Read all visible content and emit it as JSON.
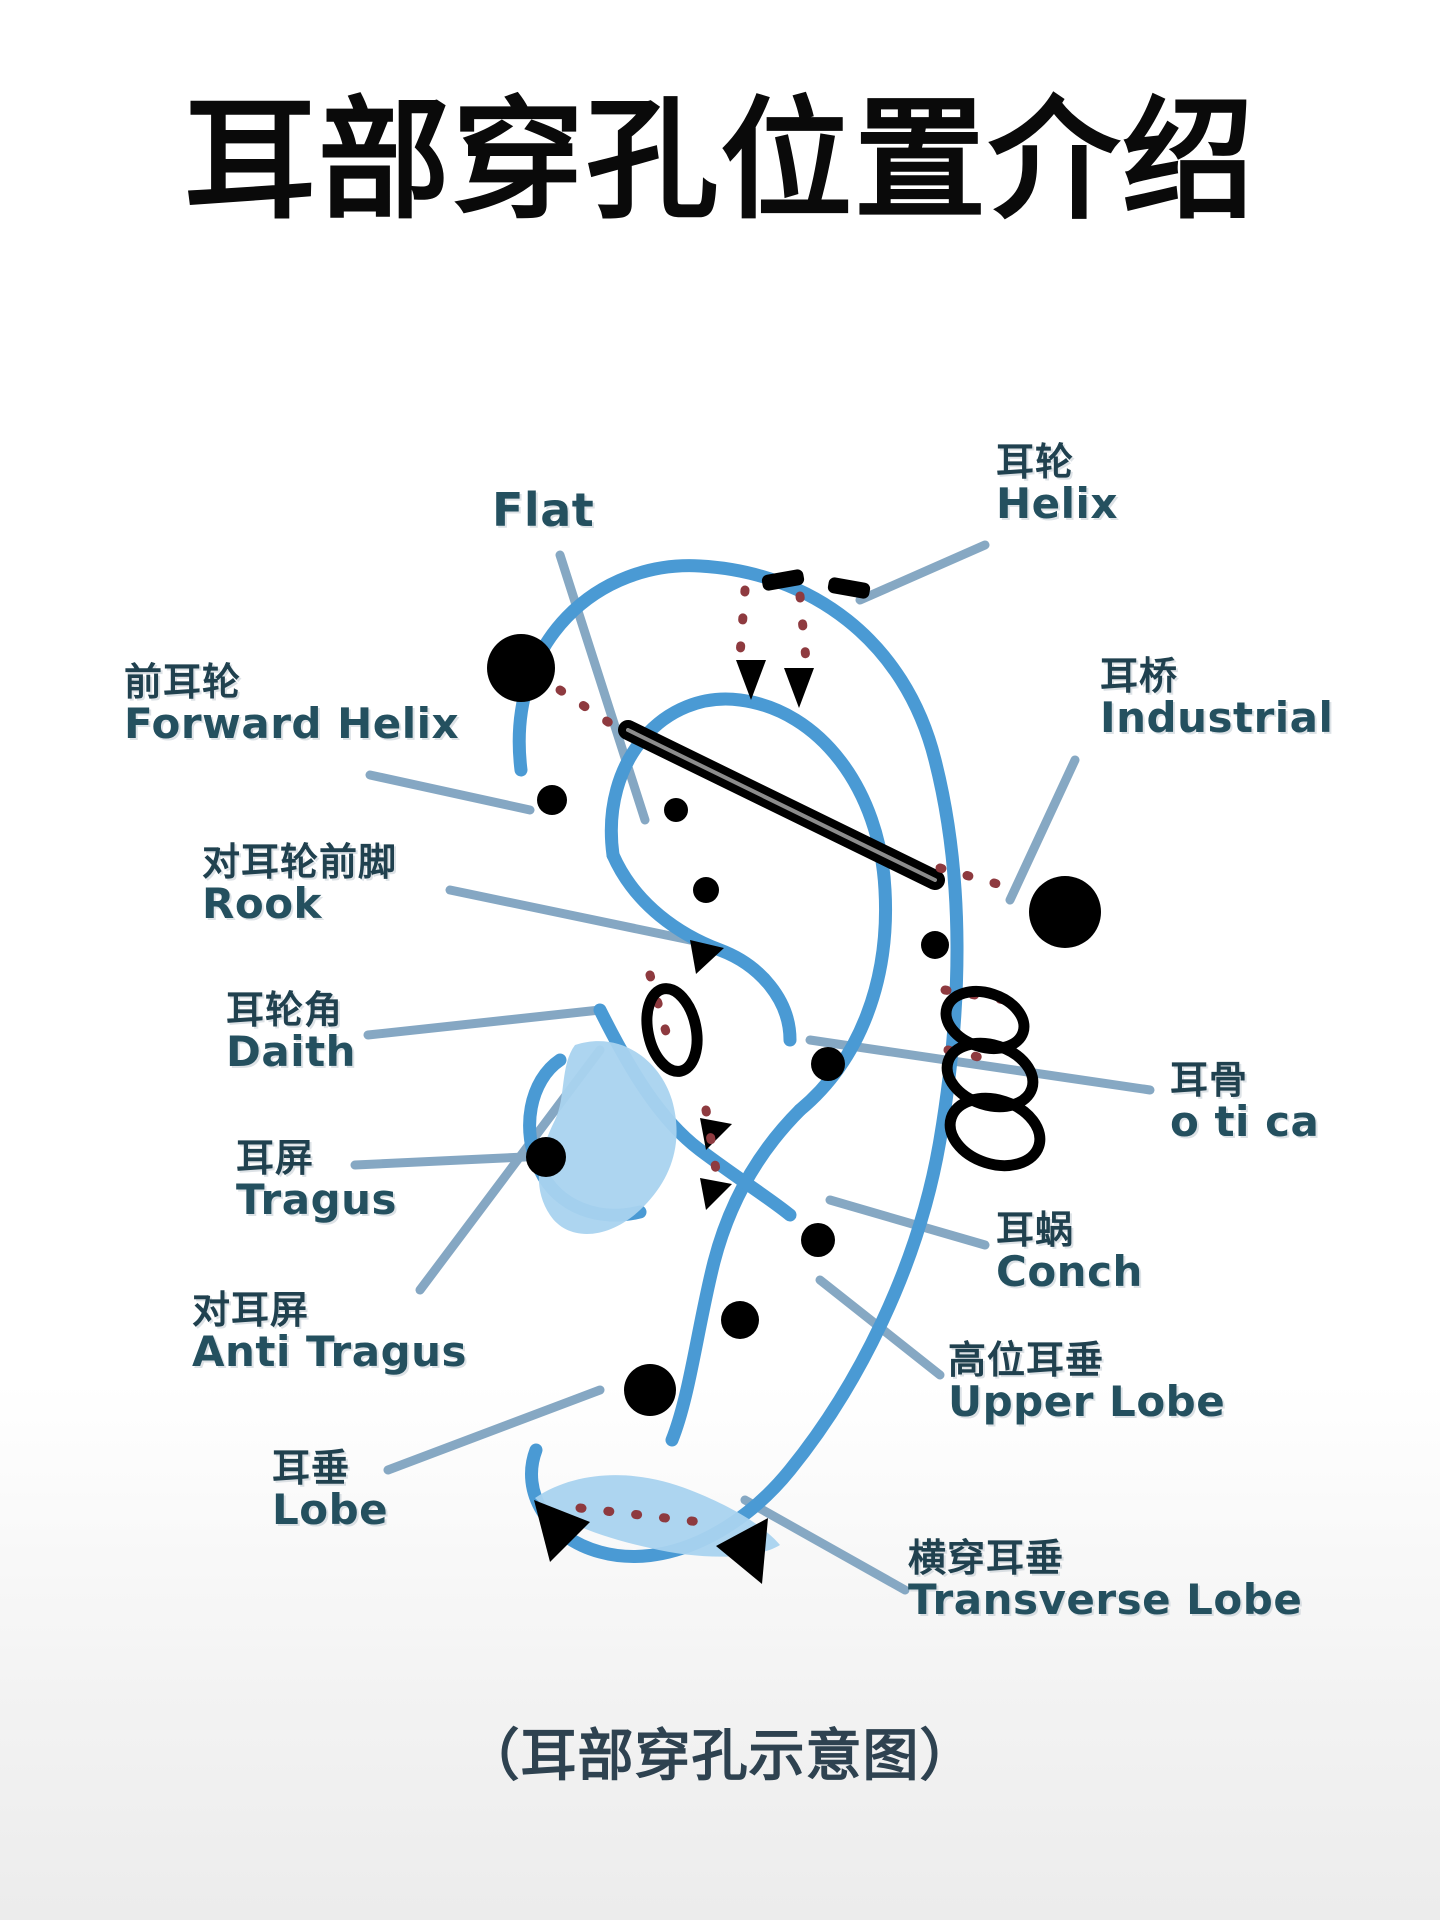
{
  "page": {
    "title": "耳部穿孔位置介绍",
    "caption": "（耳部穿孔示意图）",
    "background": "#ffffff",
    "label_color": "#20414f",
    "ear_outline_color": "#4a9ad4",
    "ear_fill_color": "#a9d3ef",
    "dot_color": "#000000",
    "leader_line_color": "#7fa3c0",
    "dotted_marker_color": "#8e3a3f"
  },
  "labels": [
    {
      "id": "flat",
      "cn": "",
      "en": "Flat"
    },
    {
      "id": "helix",
      "cn": "耳轮",
      "en": "Helix"
    },
    {
      "id": "forward-helix",
      "cn": "前耳轮",
      "en": "Forward Helix"
    },
    {
      "id": "industrial",
      "cn": "耳桥",
      "en": "Industrial"
    },
    {
      "id": "rook",
      "cn": "对耳轮前脚",
      "en": "Rook"
    },
    {
      "id": "daith",
      "cn": "耳轮角",
      "en": "Daith"
    },
    {
      "id": "otica",
      "cn": "耳骨",
      "en": "o ti ca"
    },
    {
      "id": "tragus",
      "cn": "耳屏",
      "en": "Tragus"
    },
    {
      "id": "conch",
      "cn": "耳蜗",
      "en": "Conch"
    },
    {
      "id": "anti-tragus",
      "cn": "对耳屏",
      "en": "Anti Tragus"
    },
    {
      "id": "upper-lobe",
      "cn": "高位耳垂",
      "en": "Upper Lobe"
    },
    {
      "id": "lobe",
      "cn": "耳垂",
      "en": "Lobe"
    },
    {
      "id": "transverse-lobe",
      "cn": "横穿耳垂",
      "en": "Transverse Lobe"
    }
  ]
}
